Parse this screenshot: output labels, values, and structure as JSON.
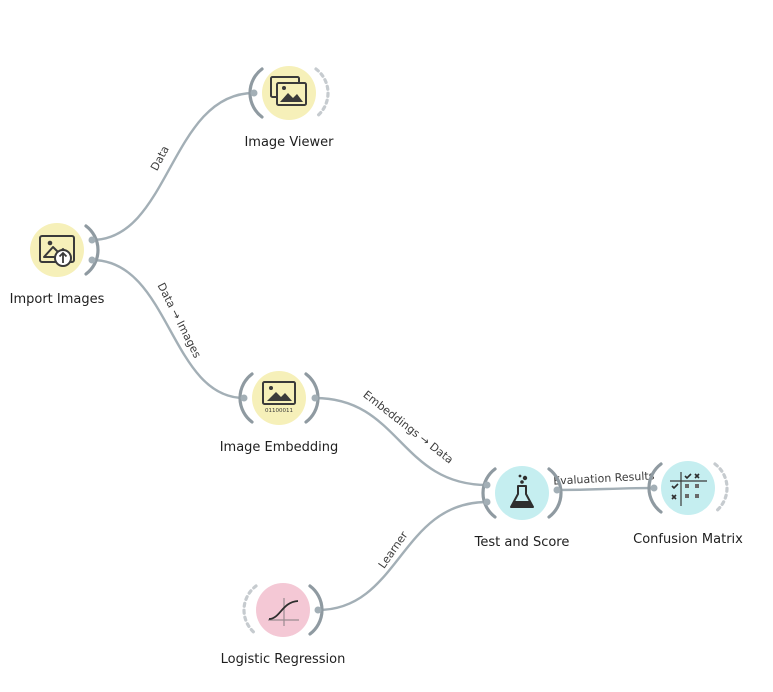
{
  "colors": {
    "data_widget": "#f6f0b9",
    "model_widget": "#f4c8d5",
    "evaluate_widget": "#c5eef0",
    "link": "#a3afb6"
  },
  "widgets": {
    "import_images": {
      "label": "Import Images",
      "icon": "import-images-icon"
    },
    "image_viewer": {
      "label": "Image Viewer",
      "icon": "image-viewer-icon"
    },
    "image_embedding": {
      "label": "Image Embedding",
      "icon": "image-embedding-icon",
      "icon_text": "01100011"
    },
    "test_and_score": {
      "label": "Test and Score",
      "icon": "flask-icon"
    },
    "confusion_matrix": {
      "label": "Confusion Matrix",
      "icon": "confusion-matrix-icon"
    },
    "logistic_regression": {
      "label": "Logistic Regression",
      "icon": "sigmoid-icon"
    }
  },
  "links": {
    "data": "Data",
    "data_images": "Data → Images",
    "embeddings_data": "Embeddings → Data",
    "learner": "Learner",
    "evaluation_results": "Evaluation Results"
  }
}
